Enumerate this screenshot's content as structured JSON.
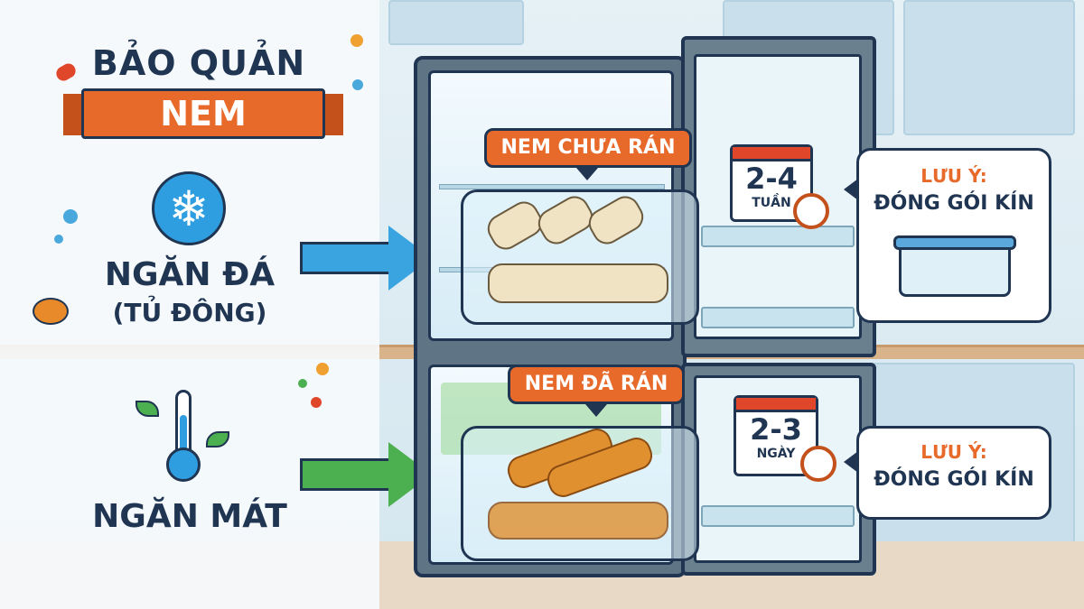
{
  "title": {
    "line1": "BẢO QUẢN",
    "line2": "NEM"
  },
  "freezer": {
    "label_line1": "NGĂN ĐÁ",
    "label_line2": "(TỦ ĐÔNG)",
    "icon": "snowflake-icon",
    "bubble": "NEM CHƯA RÁN",
    "duration": "2-4",
    "unit": "TUẦN",
    "note_title": "LƯU Ý:",
    "note_body": "ĐÓNG GÓI KÍN"
  },
  "fridge": {
    "label": "NGĂN MÁT",
    "icon": "thermometer-icon",
    "bubble": "NEM ĐÃ RÁN",
    "duration": "2-3",
    "unit": "NGÀY",
    "note_title": "LƯU Ý:",
    "note_body": "ĐÓNG GÓI KÍN"
  },
  "colors": {
    "accent": "#e86a2b",
    "navy": "#1f3552",
    "freezer_arrow": "#3aa4e0",
    "fridge_arrow": "#4caf50"
  }
}
